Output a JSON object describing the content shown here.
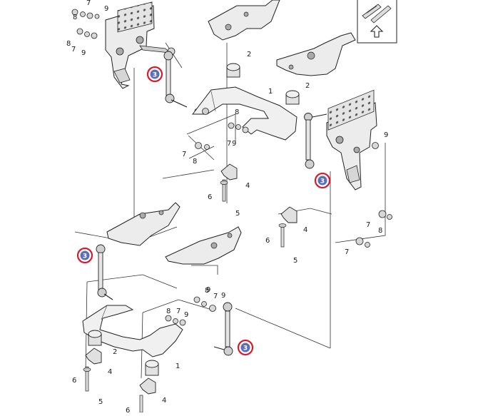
{
  "diagram": {
    "background": "#ffffff",
    "line_color": "#222222",
    "part_fill": "#e9e9e9",
    "part_dark": "#b5b5b5",
    "highlight_ring": "#d81c2a",
    "highlight_badge": "#5b6fb8"
  },
  "labels": {
    "l1a": "1",
    "l1b": "1",
    "l2a": "2",
    "l2b": "2",
    "l2c": "2",
    "l4a": "4",
    "l4b": "4",
    "l4c": "4",
    "l4d": "4",
    "l5a": "5",
    "l5b": "5",
    "l5c": "5",
    "l6a": "6",
    "l6b": "6",
    "l6c": "6",
    "l6d": "6",
    "l7a": "7",
    "l7b": "7",
    "l7c": "7",
    "l7d": "7",
    "l7e": "7",
    "l7f": "7",
    "l7g": "7",
    "l7h": "7",
    "l8a": "8",
    "l8b": "8",
    "l8c": "8",
    "l8d": "8",
    "l8e": "8",
    "l8f": "8",
    "l8g": "8",
    "l9a": "9",
    "l9b": "9",
    "l9c": "9",
    "l9d": "9",
    "l9e": "9",
    "l9f": "9",
    "l9g": "9"
  },
  "callouts": {
    "c1": "3",
    "c2": "3",
    "c3": "3",
    "c4": "3"
  },
  "inset": {
    "arrow_icon": "up-arrow-icon",
    "clip_icon": "clip-icon"
  }
}
